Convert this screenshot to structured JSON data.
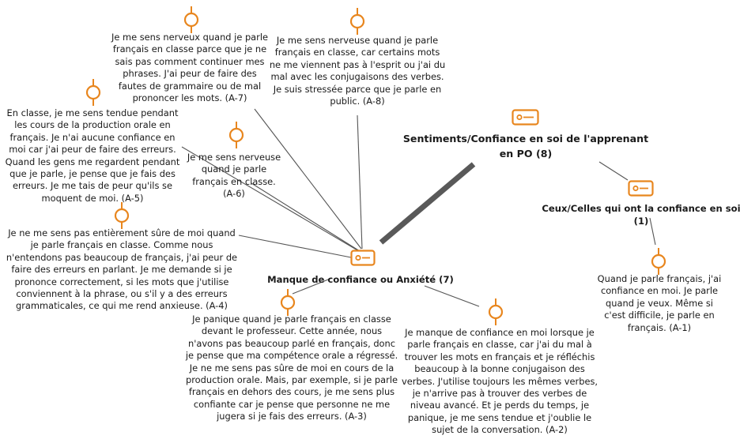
{
  "accent_color": "#E8861E",
  "root": {
    "label": "Sentiments/Confiance en soi de l'apprenant en PO (8)",
    "icon": "code-tag-icon"
  },
  "categories": [
    {
      "id": "confiance",
      "label": "Ceux/Celles qui ont la confiance en soi (1)",
      "icon": "code-tag-icon"
    },
    {
      "id": "manque",
      "label": "Manque de confiance ou Anxiété (7)",
      "icon": "code-tag-icon"
    }
  ],
  "quotes": [
    {
      "id": "a7",
      "text": "Je me sens nerveux quand je parle français en classe parce que je ne sais pas comment continuer mes phrases. J'ai peur de faire des fautes de grammaire ou de mal prononcer les mots. (A-7)",
      "icon": "pin-icon"
    },
    {
      "id": "a8",
      "text": "Je me sens nerveuse quand je parle français en classe, car certains mots ne me viennent pas à l'esprit ou j'ai du mal avec les conjugaisons des verbes. Je suis stressée parce que je parle en public. (A-8)",
      "icon": "pin-icon"
    },
    {
      "id": "a5",
      "text": "En classe, je me sens tendue pendant les cours de la production orale en français. Je n'ai aucune confiance en moi car j'ai peur de faire des erreurs. Quand les gens me regardent pendant que je parle, je pense que je fais des erreurs. Je me tais de peur qu'ils se moquent de moi. (A-5)",
      "icon": "pin-icon"
    },
    {
      "id": "a6",
      "text": "Je me sens nerveuse quand je parle français en classe. (A-6)",
      "icon": "pin-icon"
    },
    {
      "id": "a4",
      "text": "Je ne me sens pas entièrement sûre de moi quand je parle français en classe. Comme nous n'entendons pas beaucoup de français, j'ai peur de faire des erreurs en parlant. Je me demande si je prononce correctement, si les mots que j'utilise conviennent à la phrase, ou s'il y a des erreurs grammaticales, ce qui me rend anxieuse. (A-4)",
      "icon": "pin-icon"
    },
    {
      "id": "a3",
      "text": "Je panique quand je parle français en classe devant le professeur. Cette année, nous n'avons pas beaucoup parlé en français, donc je pense que ma compétence orale a régressé. Je ne me sens pas sûre de moi en cours de la production orale. Mais, par exemple, si je parle français en dehors des cours, je me sens plus confiante car je pense que personne ne me jugera si je fais des erreurs. (A-3)",
      "icon": "pin-icon"
    },
    {
      "id": "a2",
      "text": "Je manque de confiance en moi lorsque je parle français en classe, car j'ai du mal à trouver les mots en français et je réfléchis beaucoup à la bonne conjugaison des verbes. J'utilise toujours les mêmes verbes, je n'arrive pas à trouver des verbes de niveau avancé. Et je perds du temps, je panique, je me sens tendue et j'oublie le sujet de la conversation. (A-2)",
      "icon": "pin-icon"
    },
    {
      "id": "a1",
      "text": "Quand je parle français, j'ai confiance en moi. Je parle quand je veux. Même si c'est difficile, je parle en français. (A-1)",
      "icon": "pin-icon"
    }
  ]
}
